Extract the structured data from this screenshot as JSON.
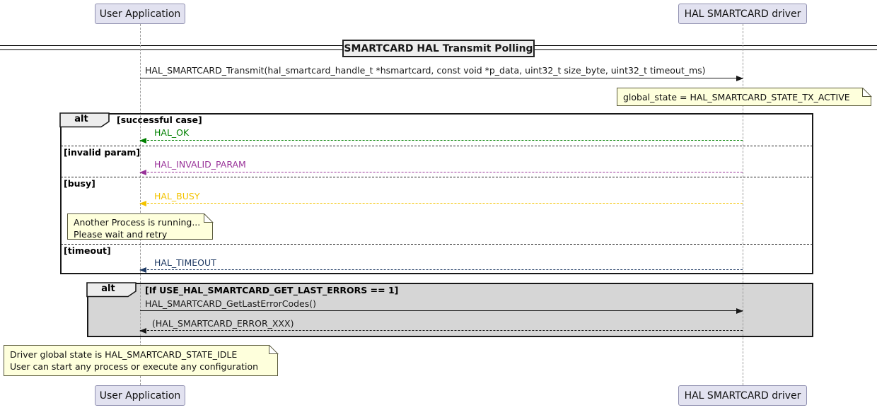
{
  "title": "SMARTCARD HAL Transmit Polling",
  "participants": {
    "left": "User Application",
    "right": "HAL SMARTCARD driver"
  },
  "messages": {
    "transmit": "HAL_SMARTCARD_Transmit(hal_smartcard_handle_t *hsmartcard, const void *p_data, uint32_t size_byte, uint32_t timeout_ms)",
    "hal_ok": "HAL_OK",
    "hal_invalid_param": "HAL_INVALID_PARAM",
    "hal_busy": "HAL_BUSY",
    "hal_timeout": "HAL_TIMEOUT",
    "get_last_errors": "HAL_SMARTCARD_GetLastErrorCodes()",
    "error_xxx": "(HAL_SMARTCARD_ERROR_XXX)"
  },
  "frames": {
    "alt1": {
      "label": "alt",
      "guards": [
        "[successful case]",
        "[invalid param]",
        "[busy]",
        "[timeout]"
      ]
    },
    "alt2": {
      "label": "alt",
      "guard": "[If USE_HAL_SMARTCARD_GET_LAST_ERRORS == 1]"
    }
  },
  "notes": {
    "tx_active": "global_state = HAL_SMARTCARD_STATE_TX_ACTIVE",
    "busy_line1": "Another Process is running...",
    "busy_line2": "Please wait and retry",
    "idle_line1": "Driver global state is HAL_SMARTCARD_STATE_IDLE",
    "idle_line2": "User can start any process or execute any configuration"
  },
  "colors": {
    "ink": "#181818",
    "ok": "#008000",
    "invalid": "#993399",
    "busy": "#F3C300",
    "timeout": "#1F3A63",
    "lifeline": "#9a9a9a",
    "pbox-bg": "#E2E2F0",
    "pbox-border": "#9090B0",
    "note-bg": "#FEFFDC",
    "frame2-bg": "#D6D6D6"
  }
}
